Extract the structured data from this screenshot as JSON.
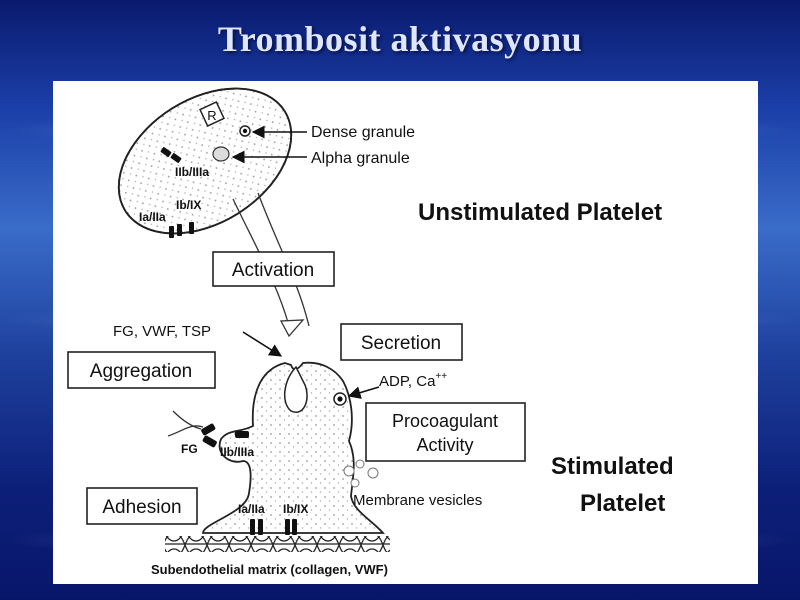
{
  "slide": {
    "title": "Trombosit aktivasyonu"
  },
  "diagram": {
    "unstimulated": {
      "heading": "Unstimulated Platelet",
      "receptor_r": "R",
      "dense_granule": "Dense granule",
      "alpha_granule": "Alpha granule",
      "iib_iiia": "IIb/IIIa",
      "ib_ix": "Ib/IX",
      "ia_iia": "Ia/IIa"
    },
    "activation_box": "Activation",
    "ligands": "FG, VWF, TSP",
    "secretion_box": "Secretion",
    "adp_ca": "ADP, Ca",
    "adp_ca_sup": "++",
    "aggregation_box": "Aggregation",
    "fg": "FG",
    "iib_iiia_stim": "IIb/IIIa",
    "procoagulant_line1": "Procoagulant",
    "procoagulant_line2": "Activity",
    "stimulated_line1": "Stimulated",
    "stimulated_line2": "Platelet",
    "adhesion_box": "Adhesion",
    "ia_iia_stim": "Ia/IIa",
    "ib_ix_stim": "Ib/IX",
    "membrane_vesicles": "Membrane vesicles",
    "matrix": "Subendothelial matrix (collagen, VWF)"
  }
}
